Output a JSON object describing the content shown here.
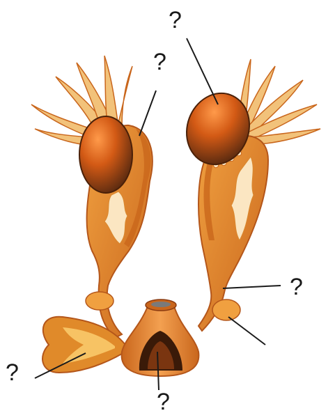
{
  "diagram": {
    "unknown_marker": "?",
    "colors": {
      "primary_orange": "#e08a2a",
      "dark_orange": "#b4561a",
      "light_tan": "#f2c27a",
      "pale": "#fbe6c2",
      "dark_brown": "#5a2a10",
      "ovary_orange": "#d9661e",
      "background": "#ffffff",
      "leader_line": "#1a1a1a"
    },
    "labels": [
      {
        "id": "label-top-left",
        "text": "?"
      },
      {
        "id": "label-top-right",
        "text": "?"
      },
      {
        "id": "label-mid-right",
        "text": "?"
      },
      {
        "id": "label-bottom-left",
        "text": "?"
      },
      {
        "id": "label-bottom-center",
        "text": "?"
      },
      {
        "id": "label-bottom-right-unlabeled",
        "text": ""
      }
    ]
  }
}
